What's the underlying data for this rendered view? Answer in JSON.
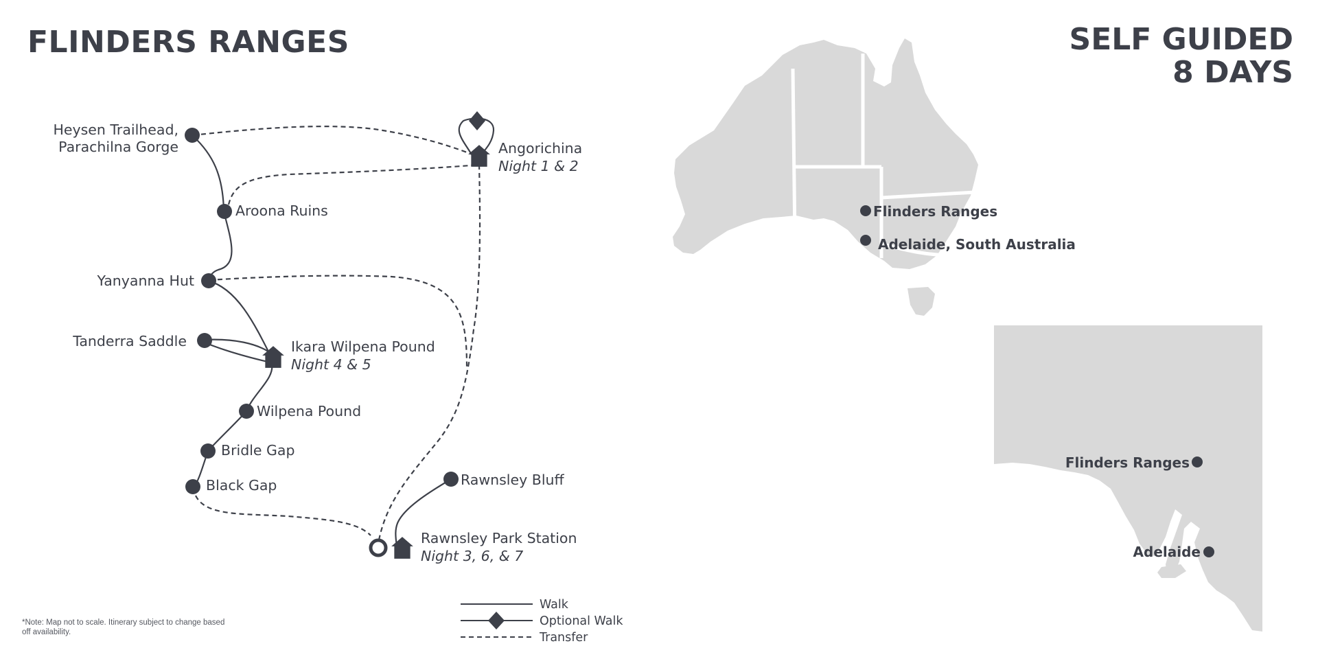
{
  "header": {
    "title": "FLINDERS RANGES",
    "trip_line1": "SELF GUIDED",
    "trip_line2": "8 DAYS"
  },
  "colors": {
    "ink": "#3d4049",
    "land": "#d9d9d9",
    "background": "#ffffff"
  },
  "route_map": {
    "locations": [
      {
        "name": "Heysen Trailhead,",
        "name_line2": "Parachilna Gorge",
        "marker": "dot"
      },
      {
        "name": "Aroona Ruins",
        "marker": "dot"
      },
      {
        "name": "Yanyanna Hut",
        "marker": "dot"
      },
      {
        "name": "Tanderra Saddle",
        "marker": "dot"
      },
      {
        "name": "Ikara Wilpena Pound",
        "night": "Night 4 & 5",
        "marker": "house-icon"
      },
      {
        "name": "Wilpena Pound",
        "marker": "dot"
      },
      {
        "name": "Bridle Gap",
        "marker": "dot"
      },
      {
        "name": "Black Gap",
        "marker": "dot"
      },
      {
        "name": "Angorichina",
        "night": "Night 1 & 2",
        "marker": "house-icon"
      },
      {
        "name": "Rawnsley Bluff",
        "marker": "dot"
      },
      {
        "name": "Rawnsley Park Station",
        "night": "Night 3, 6, & 7",
        "marker": "house-icon"
      }
    ],
    "legend": {
      "walk": "Walk",
      "optional_walk": "Optional Walk",
      "transfer": "Transfer"
    },
    "note": "*Note: Map not to scale. Itinerary subject to change based off availability."
  },
  "australia_map": {
    "labels": [
      "Flinders Ranges",
      "Adelaide, South Australia"
    ]
  },
  "sa_map": {
    "labels": [
      "Flinders Ranges",
      "Adelaide"
    ]
  }
}
